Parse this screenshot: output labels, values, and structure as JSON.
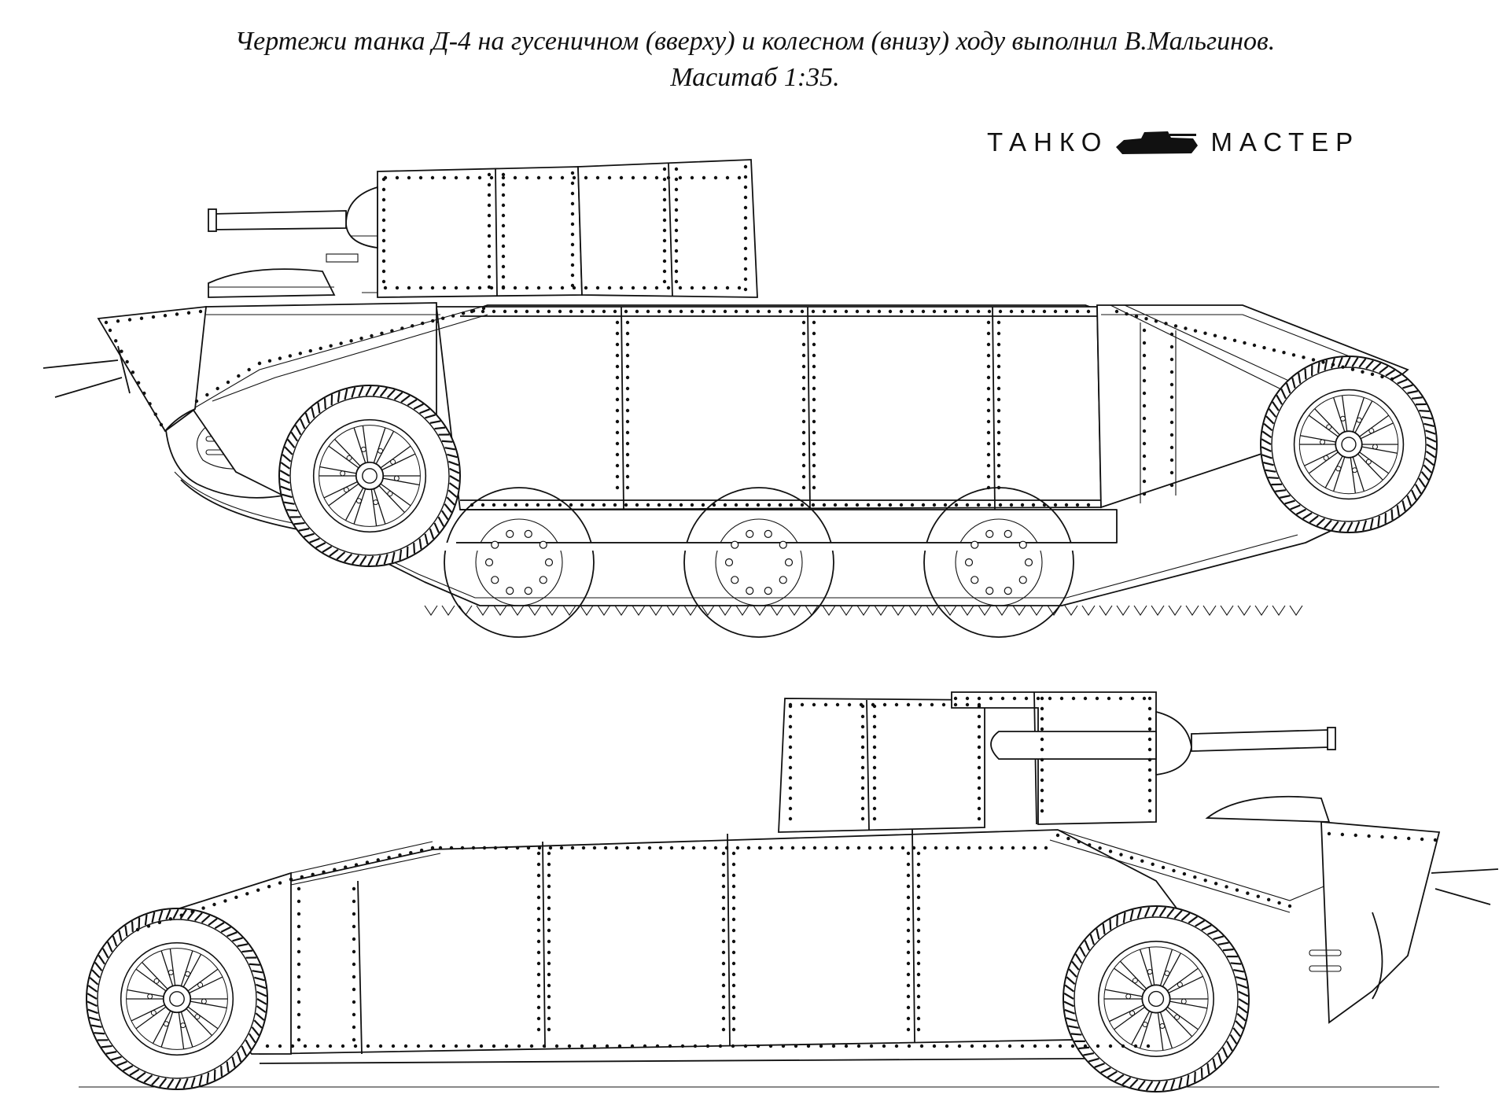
{
  "caption": {
    "line1": "Чертежи танка Д-4 на гусеничном (вверху) и колесном (внизу) ходу выполнил В.Мальгинов.",
    "line2": "Маситаб 1:35."
  },
  "brand": {
    "left": "ТАНКО",
    "right": "МАСТЕР",
    "icon": "tank-silhouette-icon"
  },
  "views": {
    "top": "tracked-drive-side-view",
    "bottom": "wheeled-drive-side-view"
  }
}
